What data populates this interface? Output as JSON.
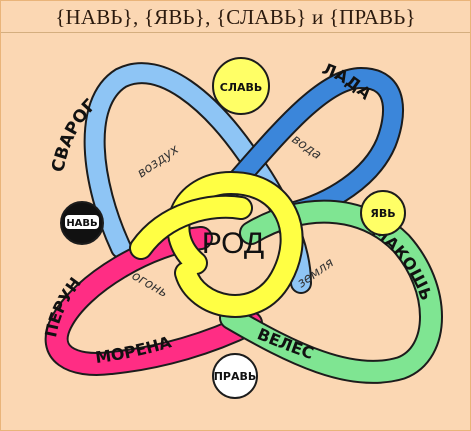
{
  "title": "{НАВЬ}, {ЯВЬ}, {СЛАВЬ} и {ПРАВЬ}",
  "center": "РОД",
  "loops": {
    "blue": {
      "color": "#5b9bdc",
      "labels": [
        "СВАРОГ",
        "ЛАДА"
      ]
    },
    "pink": {
      "color": "#ff2d84",
      "labels": [
        "ПЕРУН",
        "МОРЕНА"
      ]
    },
    "green": {
      "color": "#77e58e",
      "labels": [
        "МАКОШЬ",
        "ВЕЛЕС"
      ]
    },
    "yellow": {
      "color": "#ffff33"
    }
  },
  "elements": {
    "air": "воздух",
    "water": "вода",
    "fire": "огонь",
    "earth": "земля"
  },
  "worlds": {
    "slav": {
      "label": "СЛАВЬ",
      "fill": "#ffff66"
    },
    "yav": {
      "label": "ЯВЬ",
      "fill": "#ffff66"
    },
    "nav": {
      "label": "НАВЬ",
      "fill": "#111111"
    },
    "prav": {
      "label": "ПРАВЬ",
      "fill": "#ffffff"
    }
  }
}
